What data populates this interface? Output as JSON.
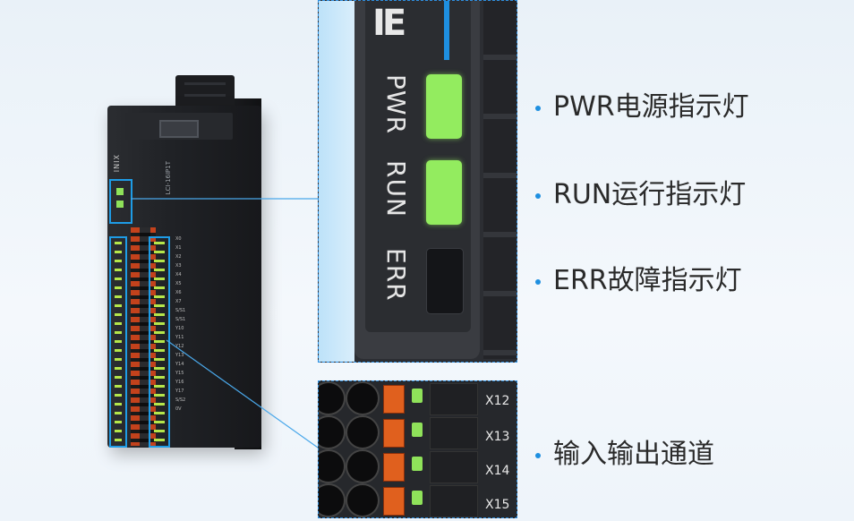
{
  "device": {
    "brand": "INIX",
    "model": "LCI-16IP1T",
    "terminal_labels": [
      "X0",
      "X1",
      "X2",
      "X3",
      "X4",
      "X5",
      "X6",
      "X7",
      "S/S1",
      "S/S1",
      "Y10",
      "Y11",
      "Y12",
      "Y13",
      "Y14",
      "Y15",
      "Y16",
      "Y17",
      "S/S2",
      "0V"
    ]
  },
  "zoom_status": {
    "logo_fragment": "IE",
    "indicators": [
      {
        "label": "PWR",
        "state": "on"
      },
      {
        "label": "RUN",
        "state": "on"
      },
      {
        "label": "ERR",
        "state": "off"
      }
    ]
  },
  "zoom_io": {
    "channels": [
      "X12",
      "X13",
      "X14",
      "X15"
    ]
  },
  "legend": [
    {
      "text": "PWR电源指示灯"
    },
    {
      "text": "RUN运行指示灯"
    },
    {
      "text": "ERR故障指示灯"
    },
    {
      "text": "输入输出通道"
    }
  ],
  "colors": {
    "accent": "#1e8fe0",
    "led_green": "#93ec5f",
    "terminal_orange": "#e0601e"
  }
}
